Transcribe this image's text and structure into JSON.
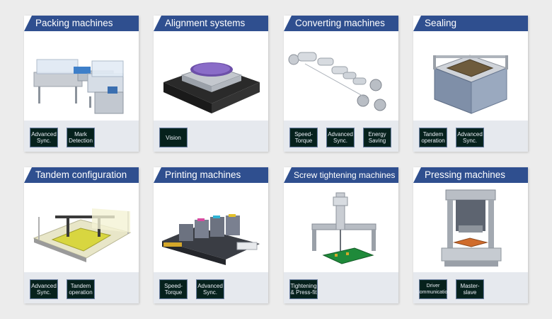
{
  "cards": [
    {
      "title": "Packing machines",
      "tags": [
        "Advanced\nSync.",
        "Mark\nDetection"
      ]
    },
    {
      "title": "Alignment systems",
      "tags": [
        "Vision"
      ]
    },
    {
      "title": "Converting machines",
      "tags": [
        "Speed-\nTorque",
        "Advanced\nSync.",
        "Energy\nSaving"
      ]
    },
    {
      "title": "Sealing",
      "tags": [
        "Tandem\noperation",
        "Advanced\nSync."
      ]
    },
    {
      "title": "Tandem configuration",
      "tags": [
        "Advanced\nSync.",
        "Tandem\noperation"
      ]
    },
    {
      "title": "Printing machines",
      "tags": [
        "Speed-\nTorque",
        "Advanced\nSync."
      ]
    },
    {
      "title": "Screw tightening machines",
      "tags": [
        "Tightening\n& Press-fit"
      ]
    },
    {
      "title": "Pressing machines",
      "tags": [
        "Driver\nCommunication",
        "Master-\nslave"
      ]
    }
  ],
  "colors": {
    "header": "#2f4f8f",
    "tag_bg": "#06211c",
    "tag_border": "#6d7fa3",
    "page_bg": "#ececec",
    "feature_bg": "#e6e9ee"
  }
}
